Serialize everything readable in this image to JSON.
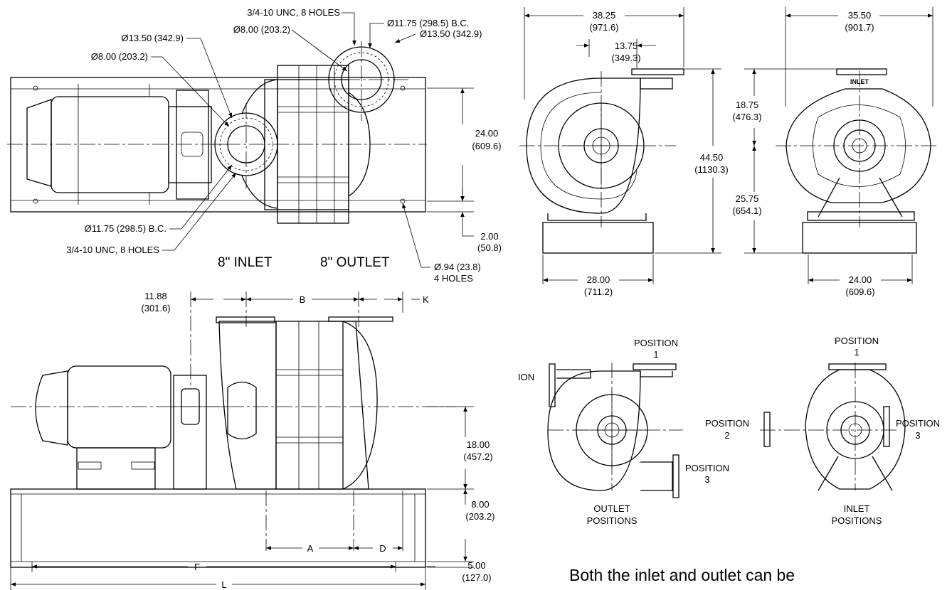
{
  "title": "",
  "top_view": {
    "labels": {
      "holes_top": "3/4-10 UNC, 8 HOLES",
      "bc_outlet": "Ø11.75 (298.5) B.C.",
      "outlet_id": "Ø8.00 (203.2)",
      "outlet_od": "Ø13.50 (342.9)",
      "inlet_od": "Ø13.50 (342.9)",
      "inlet_id": "Ø8.00 (203.2)",
      "bc_inlet": "Ø11.75 (298.5) B.C.",
      "holes_bottom": "3/4-10 UNC, 8 HOLES",
      "width_in": "24.00",
      "width_mm": "(609.6)",
      "edge_in": "2.00",
      "edge_mm": "(50.8)",
      "mount_holes_dia": "Ø.94 (23.8)",
      "mount_holes_count": "4 HOLES",
      "inlet_caption": "8\" INLET",
      "outlet_caption": "8\" OUTLET"
    }
  },
  "side_view": {
    "labels": {
      "offset_in": "11.88",
      "offset_mm": "(301.6)",
      "dim_b": "B",
      "dim_k": "K",
      "shaft_in": "18.00",
      "shaft_mm": "(457.2)",
      "base_in": "8.00",
      "base_mm": "(203.2)",
      "foot_in": "5.00",
      "foot_mm": "(127.0)",
      "dim_a": "A",
      "dim_d": "D",
      "dim_f": "F",
      "dim_l": "L"
    }
  },
  "outlet_end_view": {
    "labels": {
      "width_in": "38.25",
      "width_mm": "(971.6)",
      "offset_in": "13.75",
      "offset_mm": "(349.3)",
      "height_in": "44.50",
      "height_mm": "(1130.3)",
      "base_in": "28.00",
      "base_mm": "(711.2)"
    }
  },
  "inlet_end_view": {
    "labels": {
      "width_in": "35.50",
      "width_mm": "(901.7)",
      "upper_in": "18.75",
      "upper_mm": "(476.3)",
      "lower_in": "25.75",
      "lower_mm": "(654.1)",
      "base_in": "24.00",
      "base_mm": "(609.6)",
      "inlet_tag": "INLET"
    }
  },
  "positions": {
    "outlet": {
      "pos1_word": "POSITION",
      "pos1_num": "1",
      "pos2_fragment": "ION",
      "pos3_word": "POSITION",
      "pos3_num": "3",
      "caption_line1": "OUTLET",
      "caption_line2": "POSITIONS"
    },
    "inlet": {
      "pos1_word": "POSITION",
      "pos1_num": "1",
      "pos2_word": "POSITION",
      "pos2_num": "2",
      "pos3_word": "POSITION",
      "pos3_num": "3",
      "caption_line1": "INLET",
      "caption_line2": "POSITIONS"
    }
  },
  "note": "Both the inlet and outlet can be"
}
